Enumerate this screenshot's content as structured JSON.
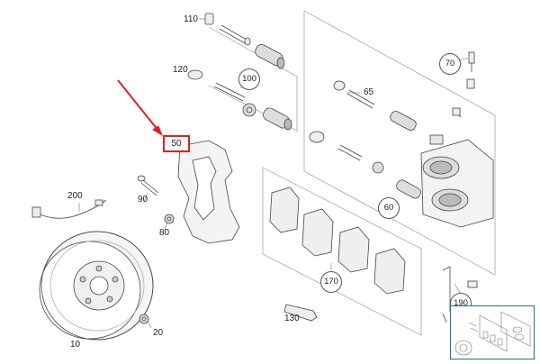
{
  "diagram": {
    "parts": {
      "p110": "110",
      "p120": "120",
      "p100": "100",
      "p70": "70",
      "p65": "65",
      "p50": "50",
      "p200": "200",
      "p90": "90",
      "p80": "80",
      "p60": "60",
      "p170": "170",
      "p190": "190",
      "p130": "130",
      "p10": "10",
      "p20": "20"
    },
    "highlight_color": "#e02020",
    "thumbnail_border_color": "#2b6f8a"
  }
}
